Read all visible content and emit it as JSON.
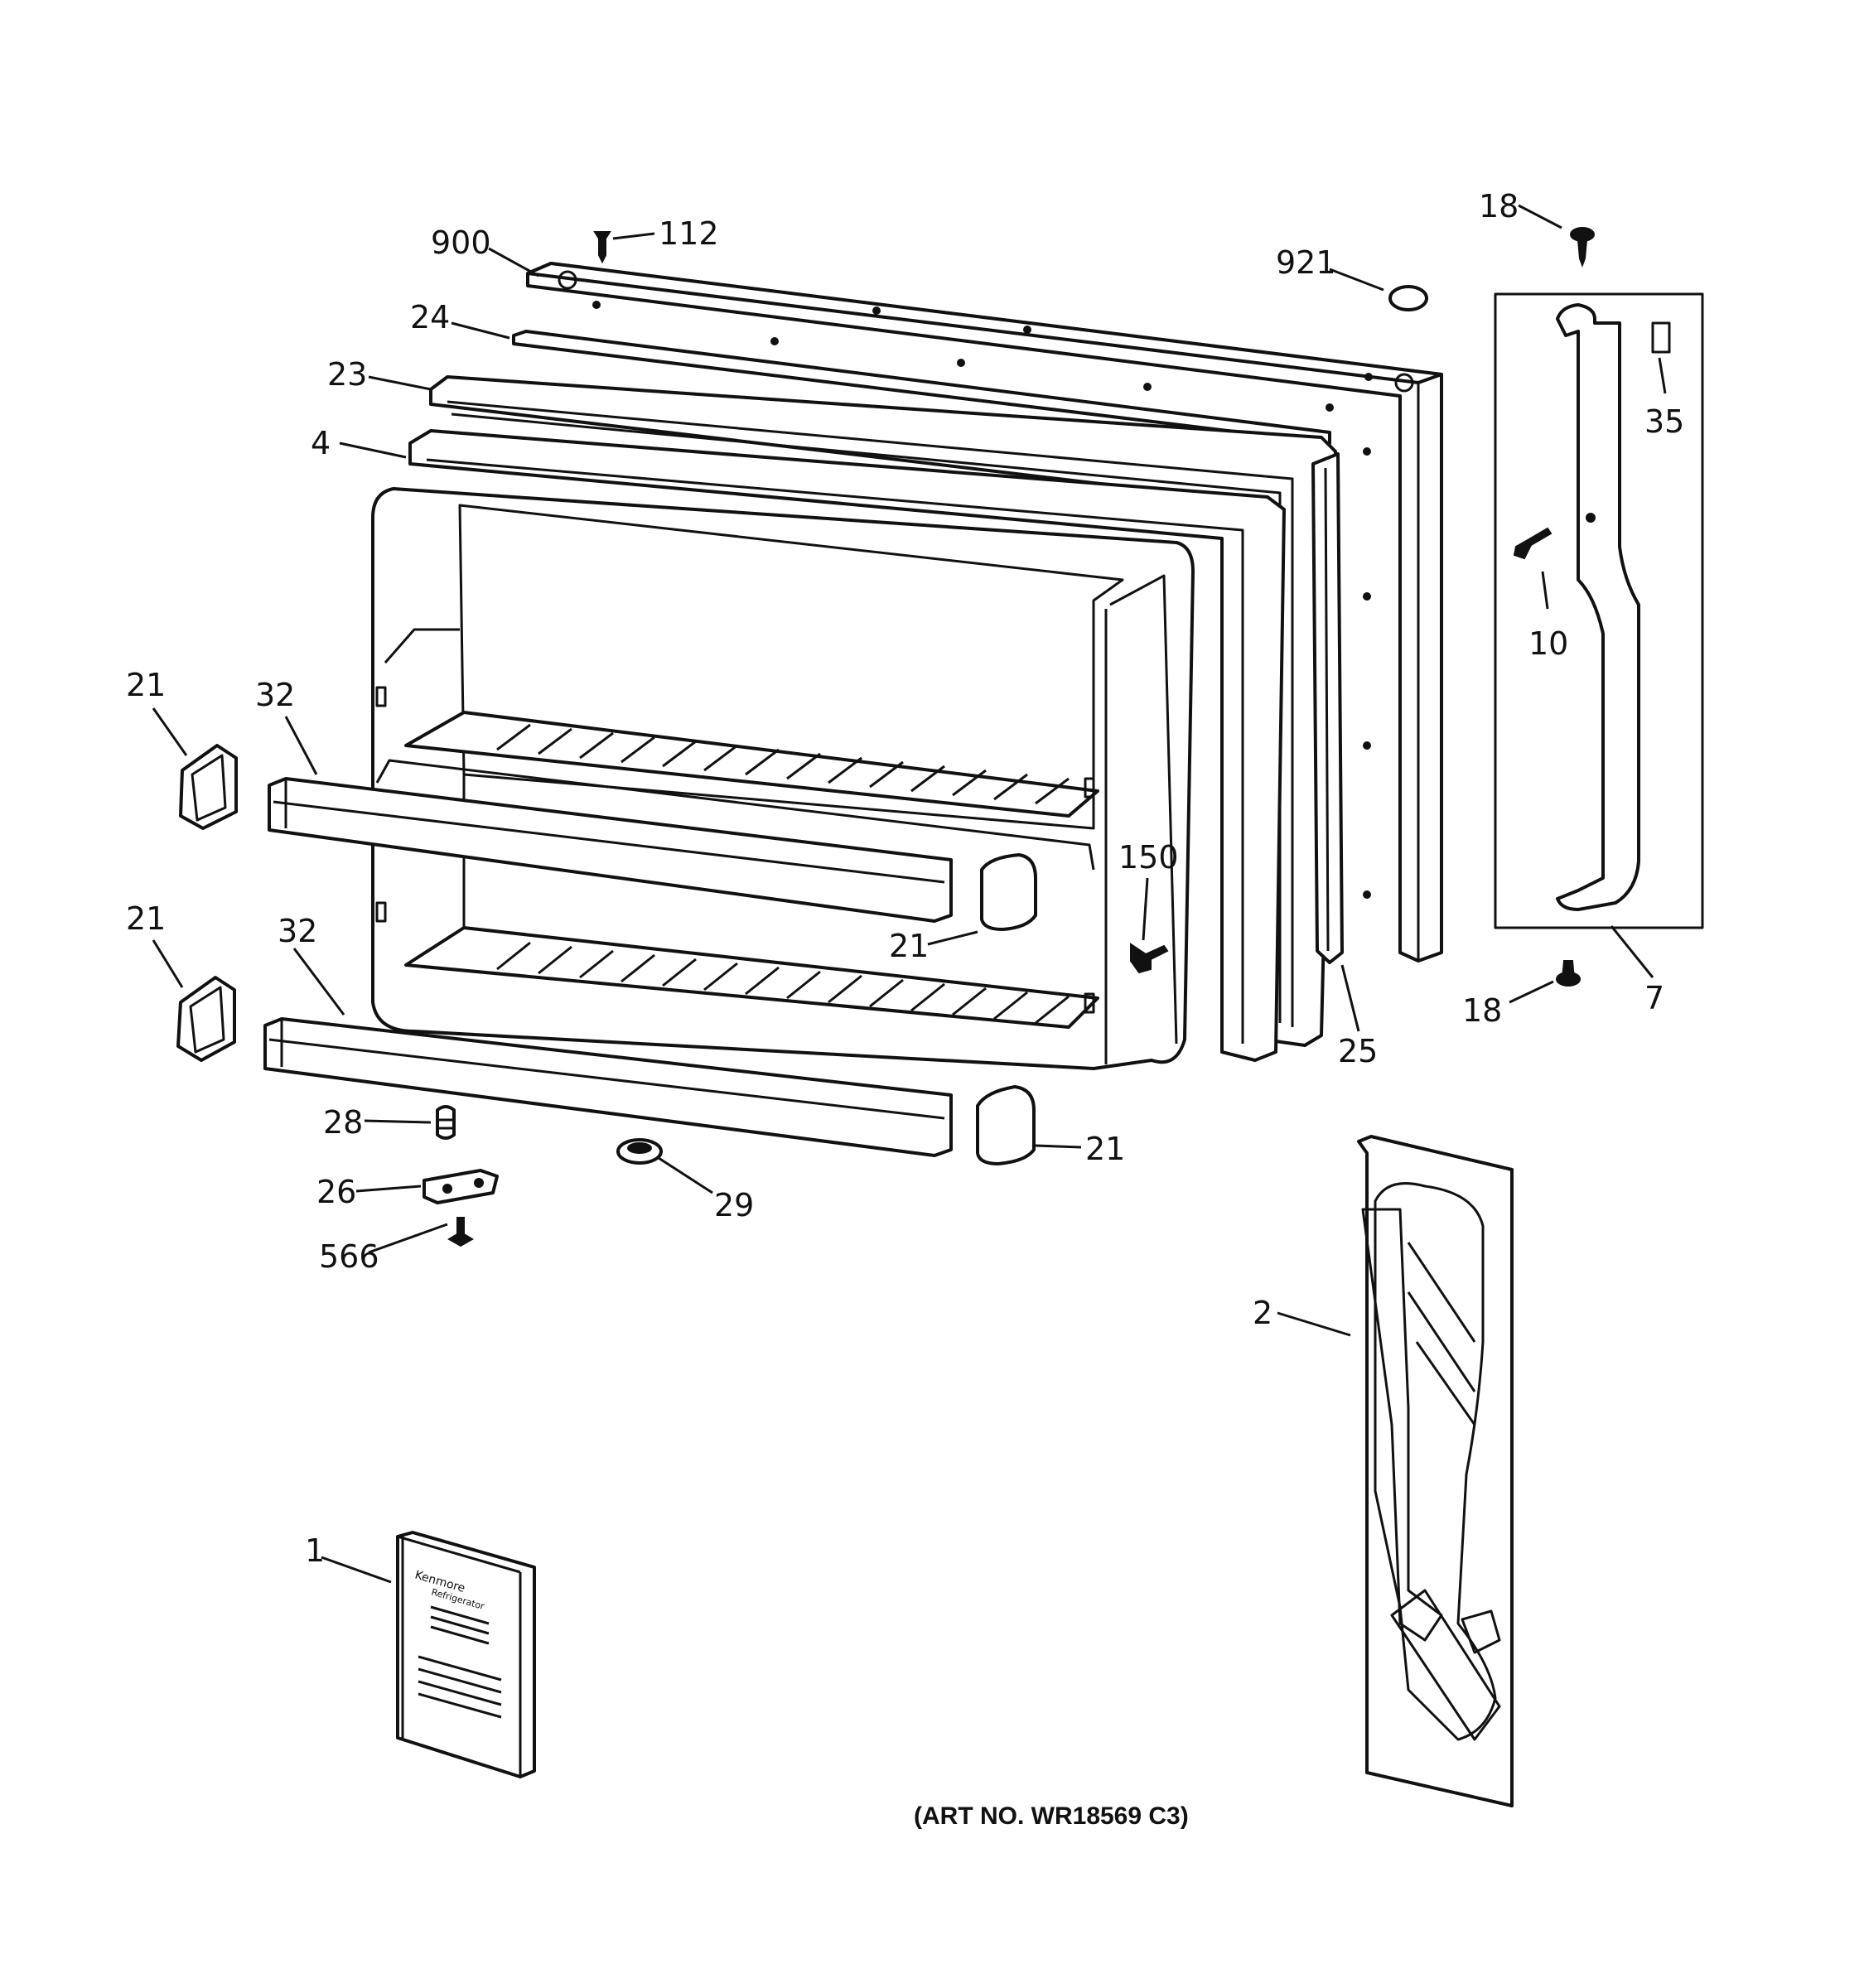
{
  "callouts": {
    "c900": "900",
    "c112": "112",
    "c24": "24",
    "c23": "23",
    "c4": "4",
    "c921": "921",
    "c18_top": "18",
    "c35": "35",
    "c10": "10",
    "c21_a": "21",
    "c32_a": "32",
    "c21_b": "21",
    "c32_b": "32",
    "c21_c": "21",
    "c150": "150",
    "c25": "25",
    "c18_bot": "18",
    "c7": "7",
    "c28": "28",
    "c26": "26",
    "c566": "566",
    "c29": "29",
    "c21_d": "21",
    "c2": "2",
    "c1": "1"
  },
  "art_number": "(ART NO. WR18569 C3)",
  "manual_cover": {
    "brand": "Kenmore",
    "subtitle": "Refrigerator"
  }
}
